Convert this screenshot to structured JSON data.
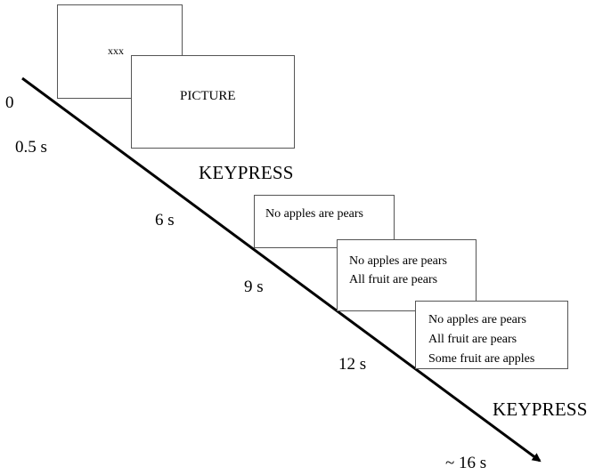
{
  "frames": {
    "fixation": {
      "text": "xxx"
    },
    "picture": {
      "text": "PICTURE"
    },
    "premise1": {
      "lines": [
        "No apples are pears"
      ]
    },
    "premise2": {
      "lines": [
        "No apples are pears",
        "All fruit are pears"
      ]
    },
    "conclusion": {
      "lines": [
        "No apples are pears",
        "All fruit are pears",
        "Some fruit are apples"
      ]
    }
  },
  "time_labels": {
    "t0": "0",
    "t05": "0.5 s",
    "t6": "6 s",
    "t9": "9 s",
    "t12": "12 s",
    "t16": "~ 16 s"
  },
  "events": {
    "keypress_first": "KEYPRESS",
    "keypress_second": "KEYPRESS"
  },
  "colors": {
    "line": "#000000",
    "frame_border": "#555555",
    "text": "#000000"
  }
}
